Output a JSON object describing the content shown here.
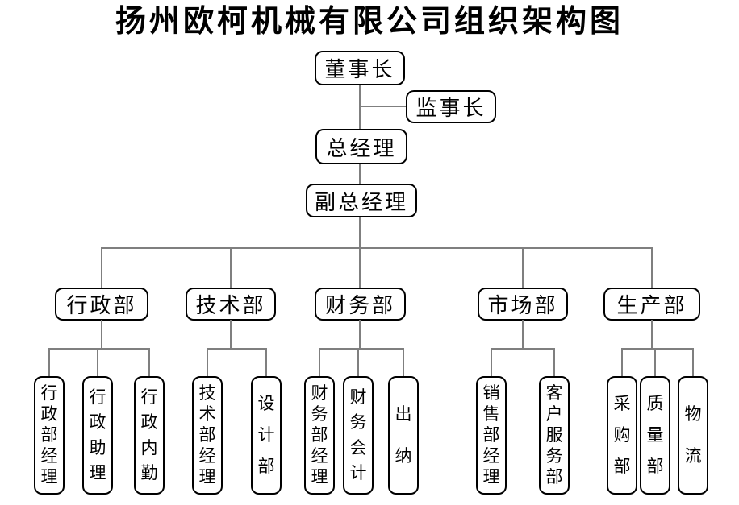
{
  "title": "扬州欧柯机械有限公司组织架构图",
  "colors": {
    "line": "#7f7f7f",
    "border": "#000000",
    "background": "#ffffff",
    "text": "#000000"
  },
  "org": {
    "chairman": "董事长",
    "supervisor": "监事长",
    "general_manager": "总经理",
    "deputy_general_manager": "副总经理",
    "departments": [
      {
        "label": "行政部",
        "children": [
          "行政部经理",
          "行政助理",
          "行政内勤"
        ]
      },
      {
        "label": "技术部",
        "children": [
          "技术部经理",
          "设计部"
        ]
      },
      {
        "label": "财务部",
        "children": [
          "财务部经理",
          "财务会计",
          "出纳"
        ]
      },
      {
        "label": "市场部",
        "children": [
          "销售部经理",
          "客户服务部"
        ]
      },
      {
        "label": "生产部",
        "children": [
          "采购部",
          "质量部",
          "物流"
        ]
      }
    ]
  }
}
